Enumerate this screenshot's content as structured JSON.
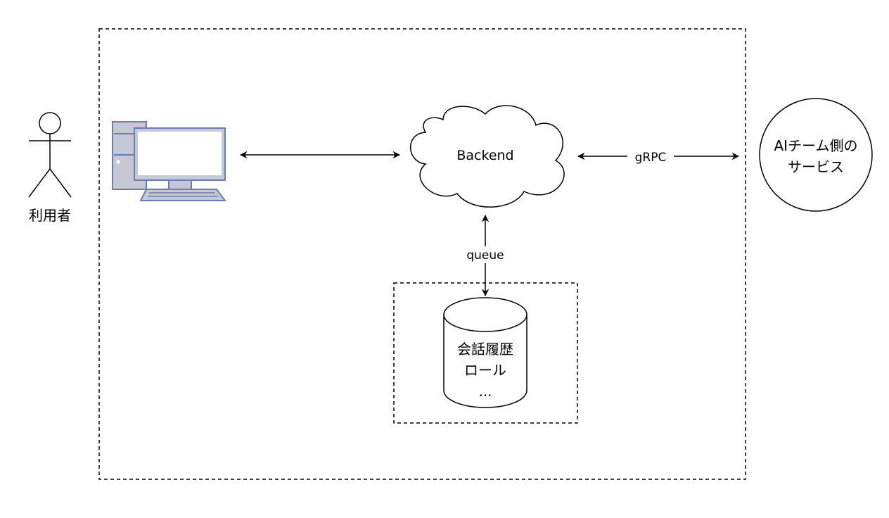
{
  "colors": {
    "stroke": "#000000",
    "computer_fill": "#c7c8d6",
    "computer_stroke": "#6c7fa8",
    "background": "#ffffff"
  },
  "actor": {
    "label": "利用者",
    "icon": "stick-figure-icon"
  },
  "computer": {
    "icon": "desktop-computer-icon"
  },
  "backend": {
    "label": "Backend",
    "shape": "cloud"
  },
  "ai_service": {
    "line1": "AIチーム側の",
    "line2": "サービス",
    "shape": "circle"
  },
  "connections": {
    "client_backend": {
      "label": ""
    },
    "backend_ai": {
      "label": "gRPC"
    },
    "backend_db": {
      "label": "queue"
    }
  },
  "database": {
    "line1": "会話履歴",
    "line2": "ロール",
    "line3": "...",
    "shape": "cylinder"
  }
}
